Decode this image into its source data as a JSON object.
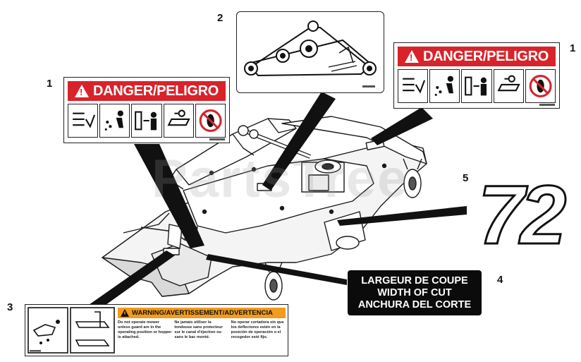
{
  "callouts": {
    "c1_left": "1",
    "c1_right": "1",
    "c2": "2",
    "c3": "3",
    "c4": "4",
    "c5": "5"
  },
  "danger_decal": {
    "heading": "DANGER/PELIGRO"
  },
  "width_of_cut_decal": {
    "line1": "LARGEUR DE COUPE",
    "line2": "WIDTH OF CUT",
    "line3": "ANCHURA DEL CORTE"
  },
  "warning_decal": {
    "heading": "WARNING/AVERTISSEMENT/ADVERTENCIA",
    "col1": "Do not operate mower unless guard are in the operating position or hopper is attached.",
    "col2": "Ne jamais utiliser la tondeuse sans protecteur sur le canal d'éjection ou sans le bac monté.",
    "col3": "No operar cortadora sin que los deflectores estén en la posición de operación o el recogedor esté fijo."
  },
  "size_decal": {
    "value": "72"
  },
  "watermark": {
    "text": "PartsTree"
  },
  "colors": {
    "danger_red": "#d8232a",
    "warning_orange": "#f29b1d",
    "line": "#111111"
  }
}
